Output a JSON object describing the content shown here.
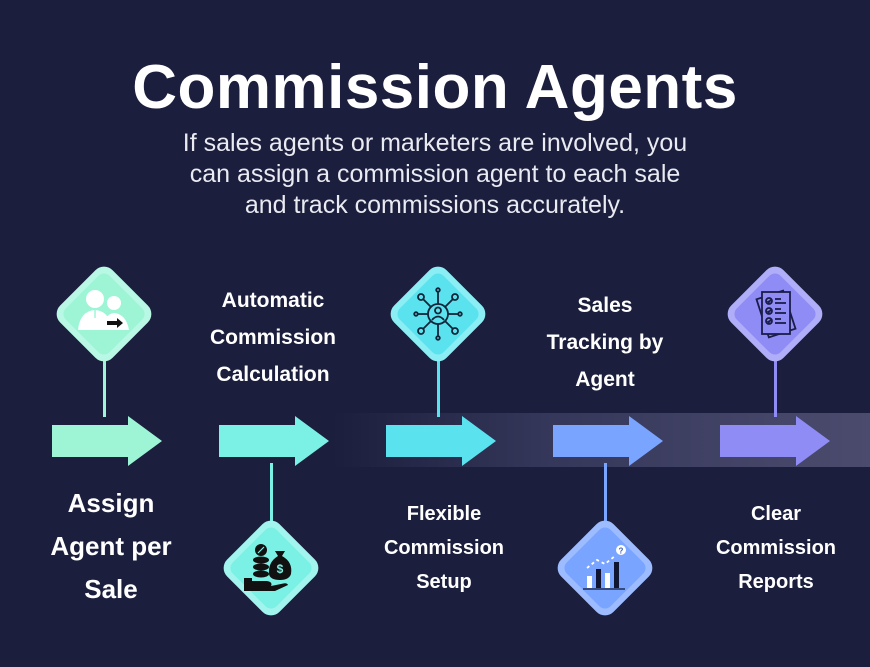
{
  "header": {
    "title": "Commission Agents",
    "subtitle_lines": [
      "If sales agents or marketers are involved, you",
      "can assign a commission agent to each sale",
      "and track commissions accurately."
    ]
  },
  "colors": {
    "background": "#1b1e3c",
    "step1": "#9ef5d6",
    "step2": "#7bf0e4",
    "step3": "#5ae3ee",
    "step4": "#79a4ff",
    "step5": "#8f8cf5"
  },
  "steps": [
    {
      "id": 1,
      "icon": "assign-agent-people-icon",
      "icon_position": "top",
      "label_position": "bottom",
      "label_lines": [
        "Assign",
        "Agent per",
        "Sale"
      ]
    },
    {
      "id": 2,
      "icon": "money-bag-coins-hand-icon",
      "icon_position": "bottom",
      "label_position": "top",
      "label_lines": [
        "Automatic",
        "Commission",
        "Calculation"
      ]
    },
    {
      "id": 3,
      "icon": "network-person-hub-icon",
      "icon_position": "top",
      "label_position": "bottom",
      "label_lines": [
        "Flexible",
        "Commission",
        "Setup"
      ]
    },
    {
      "id": 4,
      "icon": "bar-chart-trend-icon",
      "icon_position": "bottom",
      "label_position": "top",
      "label_lines": [
        "Sales",
        "Tracking by",
        "Agent"
      ]
    },
    {
      "id": 5,
      "icon": "checklist-report-icon",
      "icon_position": "top",
      "label_position": "bottom",
      "label_lines": [
        "Clear",
        "Commission",
        "Reports"
      ]
    }
  ]
}
